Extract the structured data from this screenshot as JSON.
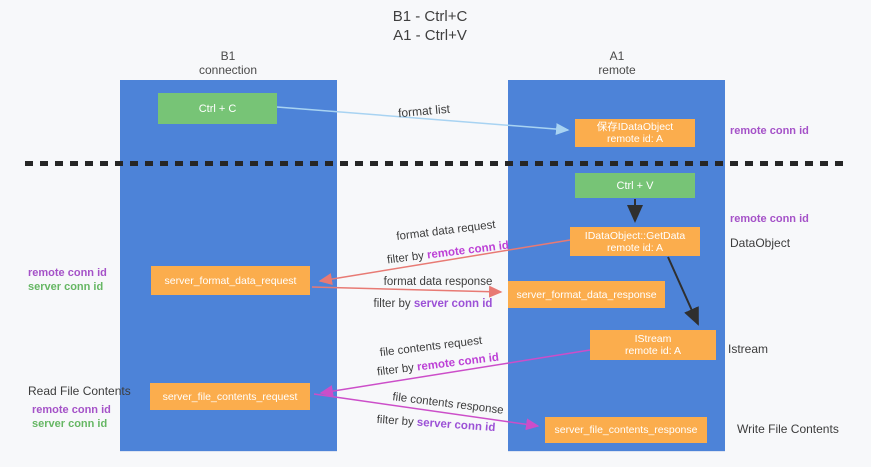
{
  "title": {
    "line1": "B1 - Ctrl+C",
    "line2": "A1 - Ctrl+V"
  },
  "lanes": {
    "b1": {
      "name": "B1",
      "subtitle": "connection"
    },
    "a1": {
      "name": "A1",
      "subtitle": "remote"
    }
  },
  "nodes": {
    "ctrl_c": {
      "label": "Ctrl + C"
    },
    "ctrl_v": {
      "label": "Ctrl + V"
    },
    "save_idataobject": {
      "line1": "保存IDataObject",
      "line2": "remote id: A"
    },
    "getdata": {
      "line1": "IDataObject::GetData",
      "line2": "remote id: A"
    },
    "istream": {
      "line1": "IStream",
      "line2": "remote id: A"
    },
    "server_format_data_request": {
      "label": "server_format_data_request"
    },
    "server_format_data_response": {
      "label": "server_format_data_response"
    },
    "server_file_contents_request": {
      "label": "server_file_contents_request"
    },
    "server_file_contents_response": {
      "label": "server_file_contents_response"
    }
  },
  "flow_labels": {
    "format_list": "format list",
    "format_data_request": "format data request",
    "format_data_response": "format data response",
    "file_contents_request": "file contents request",
    "file_contents_response": "file contents response",
    "filter_by": "filter by",
    "remote_conn_id": "remote conn id",
    "server_conn_id": "server conn id"
  },
  "side_labels": {
    "remote_conn_id": "remote conn id",
    "server_conn_id": "server conn id",
    "data_object": "DataObject",
    "istream": "Istream",
    "read_file_contents": "Read File Contents",
    "write_file_contents": "Write File Contents"
  },
  "colors": {
    "lane_blue": "#4d83d8",
    "node_green": "#77c476",
    "node_orange": "#fbad4d",
    "arrow_light_blue": "#a8d3f2",
    "arrow_black": "#2f2f2f",
    "arrow_salmon": "#e87a74",
    "arrow_magenta": "#cc4ec9",
    "label_purple": "#a552c8",
    "label_magenta": "#bd41d6",
    "label_violet": "#9c51d6",
    "label_green": "#66b764"
  }
}
